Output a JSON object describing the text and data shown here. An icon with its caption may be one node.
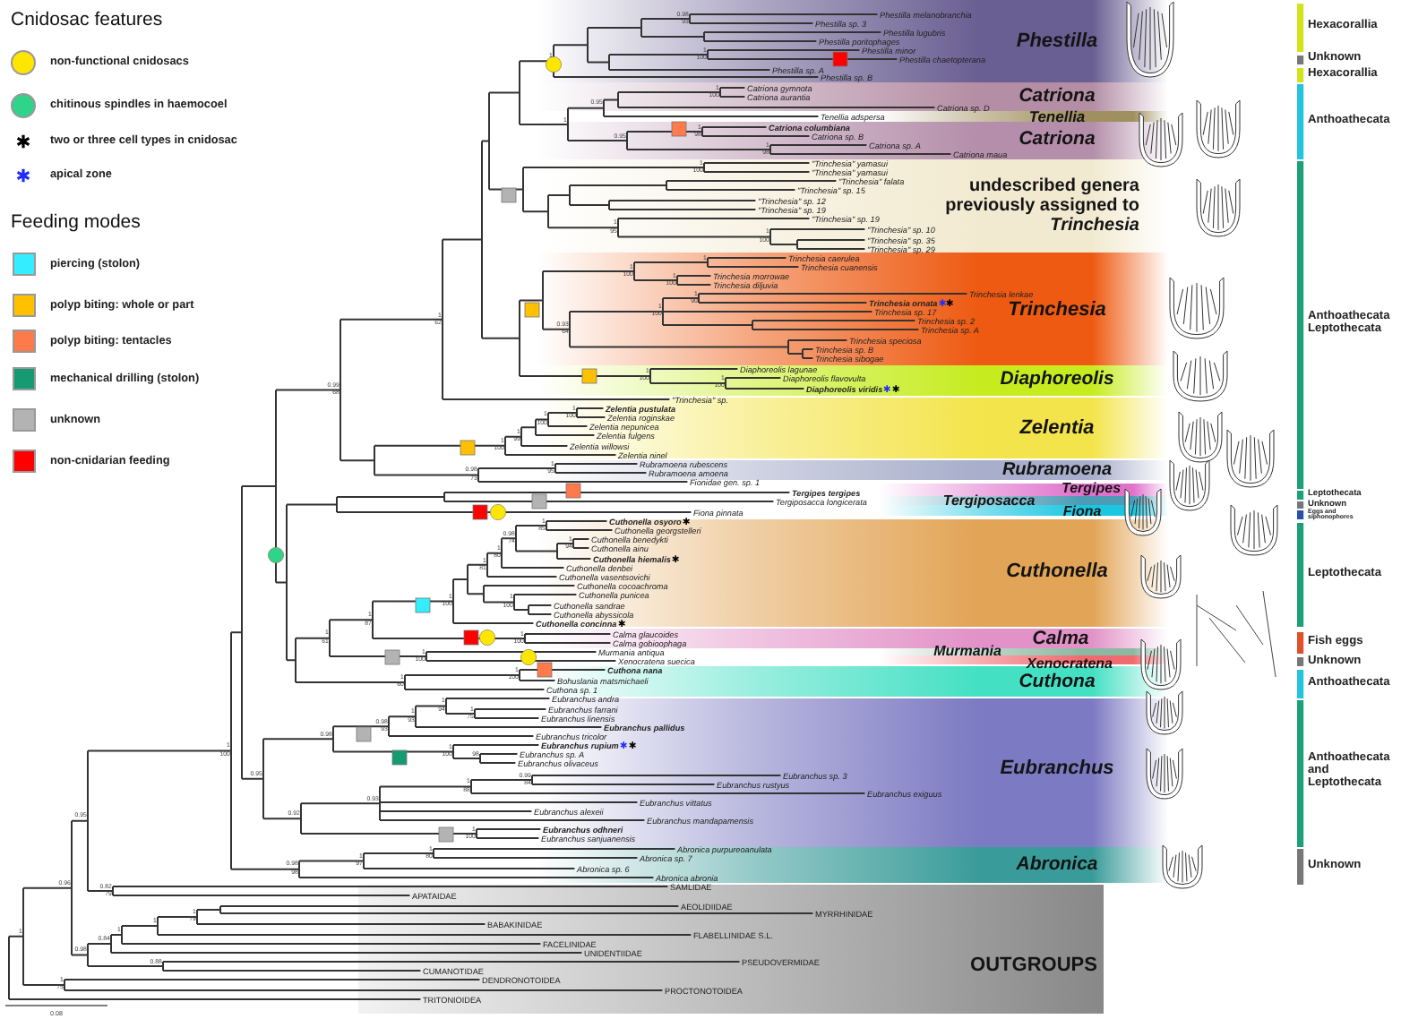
{
  "diagram": {
    "nodes": [
      {
        "text": [
          "Phestilla"
        ]
      },
      {
        "text": [
          "Catriona"
        ]
      },
      {
        "text": [
          "Tenellia"
        ]
      },
      {
        "text": [
          "Catriona"
        ]
      },
      {
        "text": [
          "undescribed genera previously assigned to *Trinchesia*"
        ]
      },
      {
        "text": [
          "Trinchesia"
        ]
      },
      {
        "text": [
          "Diaphoreolis"
        ]
      },
      {
        "text": [
          "Zelentia"
        ]
      },
      {
        "text": [
          "Rubramoena"
        ]
      },
      {
        "text": [
          "Tergipes"
        ]
      },
      {
        "text": [
          "Tergiposacca"
        ]
      },
      {
        "text": [
          "Fiona"
        ]
      },
      {
        "text": [
          "Cuthonella"
        ]
      },
      {
        "text": [
          "Calma"
        ]
      },
      {
        "text": [
          "Murmania"
        ]
      },
      {
        "text": [
          "Xenocratena"
        ]
      },
      {
        "text": [
          "Cuthona"
        ]
      },
      {
        "text": [
          "Eubranchus"
        ]
      },
      {
        "text": [
          "Abronica"
        ]
      },
      {
        "text": [
          "OUTGROUPS"
        ]
      }
    ],
    "labels": [
      "Cnidosac features",
      "Feeding modes",
      "Phestilla melanobranchia",
      "Phestilla sp. 3",
      "Phestilla lugubris",
      "Phestilla poritophages",
      "Phestilla minor",
      "Phestilla chaetopterana",
      "Phestilla sp. A",
      "Phestilla sp. B",
      "Catriona gymnota",
      "Catriona aurantia",
      "Catriona sp. D",
      "Tenellia adspersa",
      "Catriona columbiana",
      "Catriona sp. B",
      "Catriona sp. A",
      "Catriona maua",
      "\"Trinchesia\" yamasui",
      "\"Trinchesia\" yamasui",
      "\"Trinchesia\" falata",
      "\"Trinchesia\" sp. 15",
      "\"Trinchesia\" sp. 12",
      "\"Trinchesia\" sp. 19",
      "\"Trinchesia\" sp. 19",
      "\"Trinchesia\" sp. 10",
      "\"Trinchesia\" sp. 35",
      "\"Trinchesia\" sp. 29",
      "Trinchesia caerulea",
      "Trinchesia cuanensis",
      "Trinchesia morrowae",
      "Trinchesia diljuvia",
      "Trinchesia lenkae",
      "Trinchesia ornata",
      "Trinchesia sp. 17",
      "Trinchesia sp. 2",
      "Trinchesia sp. A",
      "Trinchesia speciosa",
      "Trinchesia sp. B",
      "Trinchesia sibogae",
      "Diaphoreolis lagunae",
      "Diaphoreolis flavovulta",
      "Diaphoreolis viridis",
      "\"Trinchesia\" sp.",
      "Zelentia pustulata",
      "Zelentia roginskae",
      "Zelentia nepunicea",
      "Zelentia fulgens",
      "Zelentia willowsi",
      "Zelentia ninel",
      "Rubramoena rubescens",
      "Rubramoena amoena",
      "Fionidae gen. sp. 1",
      "Tergipes tergipes",
      "Tergiposacca longicerata",
      "Fiona pinnata",
      "Cuthonella osyoro",
      "Cuthonella georgstelleri",
      "Cuthonella benedykti",
      "Cuthonella ainu",
      "Cuthonella hiemalis",
      "Cuthonella denbei",
      "Cuthonella vasentsovichi",
      "Cuthonella cocoachroma",
      "Cuthonella punicea",
      "Cuthonella sandrae",
      "Cuthonella abyssicola",
      "Cuthonella concinna",
      "Calma glaucoides",
      "Calma gobioophaga",
      "Murmania antiqua",
      "Xenocratena suecica",
      "Cuthona nana",
      "Bohuslania matsmichaeli",
      "Cuthona sp. 1",
      "Eubranchus andra",
      "Eubranchus farrani",
      "Eubranchus linensis",
      "Eubranchus pallidus",
      "Eubranchus tricolor",
      "Eubranchus rupium",
      "Eubranchus sp. A",
      "Eubranchus olivaceus",
      "Eubranchus sp. 3",
      "Eubranchus rustyus",
      "Eubranchus exiguus",
      "Eubranchus vittatus",
      "Eubranchus alexeii",
      "Eubranchus mandapamensis",
      "Eubranchus odhneri",
      "Eubranchus sanjuanensis",
      "Abronica purpureoanulata",
      "Abronica sp. 7",
      "Abronica sp. 6",
      "Abronica abronia",
      "SAMLIDAE",
      "APATAIDAE",
      "AEOLIDIIDAE",
      "MYRRHINIDAE",
      "BABAKINIDAE",
      "FLABELLINIDAE S.L.",
      "FACELINIDAE",
      "UNIDENTIIDAE",
      "PSEUDOVERMIDAE",
      "CUMANOTIDAE",
      "DENDRONOTOIDEA",
      "PROCTONOTOIDEA",
      "TRITONIOIDEA",
      "1",
      "1",
      "75",
      "0.96",
      "0.95",
      "1",
      "100",
      "0.99",
      "68",
      "1",
      "62",
      "1",
      "0.98",
      "93",
      "1",
      "100",
      "1",
      "0.95",
      "1",
      "100",
      "0.95",
      "1",
      "98",
      "1",
      "98",
      "1",
      "100",
      "1",
      "95",
      "1",
      "100",
      "1",
      "100",
      "1",
      "1",
      "100",
      "0.93",
      "64",
      "1",
      "100",
      "1",
      "90",
      "1",
      "100",
      "1",
      "100",
      "1",
      "100",
      "1",
      "99",
      "1",
      "100",
      "1",
      "100",
      "0.98",
      "73",
      "1",
      "95",
      "1",
      "61",
      "1",
      "87",
      "1",
      "100",
      "1",
      "81",
      "1",
      "80",
      "0.98",
      "74",
      "1",
      "85",
      "1",
      "94",
      "1",
      "100",
      "1",
      "100",
      "1",
      "100",
      "1",
      "60",
      "1",
      "100",
      "0.95",
      "0.98",
      "0.98",
      "93",
      "1",
      "93",
      "1",
      "94",
      "1",
      "75",
      "1",
      "100",
      "98",
      "0.92",
      "0.93",
      "1",
      "88",
      "0.99",
      "84",
      "1",
      "100",
      "0.98",
      "98",
      "1",
      "97",
      "1",
      "80",
      "0.82",
      "79",
      "0.98",
      "0.84",
      "1",
      "1",
      "1",
      "79",
      "0.88",
      "Hexacorallia",
      "Unknown",
      "Hexacorallia",
      "Anthoathecata",
      "Anthoathecata Leptothecata",
      "Leptothecata",
      "Unknown",
      "Eggs and siphonophores",
      "Leptothecata",
      "Fish eggs",
      "Unknown",
      "Anthoathecata",
      "Anthoathecata and Leptothecata",
      "Unknown",
      "0.08"
    ],
    "legend": [
      {
        "text": "non-functional cnidosacs",
        "color": "#ffe600"
      },
      {
        "text": "chitinous spindles in haemocoel",
        "color": "#2fd38a"
      },
      {
        "text": "two or three cell types in cnidosac",
        "color": "#000000"
      },
      {
        "text": "apical zone",
        "color": "#1f2cff"
      },
      {
        "text": "piercing (stolon)",
        "color": "#33eeff"
      },
      {
        "text": "polyp biting: whole or part",
        "color": "#ffc000"
      },
      {
        "text": "polyp biting: tentacles",
        "color": "#ff7a4a"
      },
      {
        "text": "mechanical drilling (stolon)",
        "color": "#159a72"
      },
      {
        "text": "unknown",
        "color": "#b3b3b3"
      },
      {
        "text": "non-cnidarian feeding",
        "color": "#ff0000"
      }
    ]
  }
}
